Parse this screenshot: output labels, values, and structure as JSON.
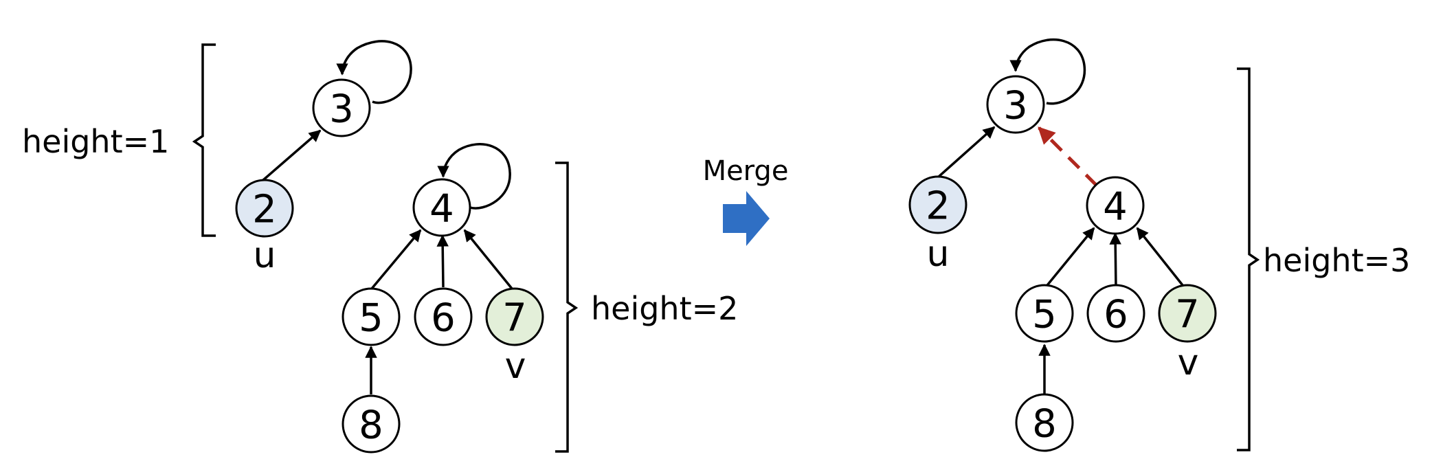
{
  "colors": {
    "node_default": "#ffffff",
    "node_u": "#dfe8f3",
    "node_v": "#e3efd9",
    "merge_arrow": "#2f6fc4",
    "new_edge": "#b0281e"
  },
  "merge_label": "Merge",
  "before": {
    "nodes": [
      {
        "id": "3",
        "label": "3"
      },
      {
        "id": "2",
        "label": "2",
        "highlight": "u"
      },
      {
        "id": "4",
        "label": "4"
      },
      {
        "id": "5",
        "label": "5"
      },
      {
        "id": "6",
        "label": "6"
      },
      {
        "id": "7",
        "label": "7",
        "highlight": "v"
      },
      {
        "id": "8",
        "label": "8"
      }
    ],
    "edges": [
      {
        "from": "3",
        "to": "3",
        "self_loop": true
      },
      {
        "from": "2",
        "to": "3"
      },
      {
        "from": "4",
        "to": "4",
        "self_loop": true
      },
      {
        "from": "5",
        "to": "4"
      },
      {
        "from": "6",
        "to": "4"
      },
      {
        "from": "7",
        "to": "4"
      },
      {
        "from": "8",
        "to": "5"
      }
    ],
    "tags": {
      "u": "u",
      "v": "v"
    },
    "height_labels": {
      "tree1": "height=1",
      "tree2": "height=2"
    }
  },
  "after": {
    "nodes": [
      {
        "id": "3",
        "label": "3"
      },
      {
        "id": "2",
        "label": "2",
        "highlight": "u"
      },
      {
        "id": "4",
        "label": "4"
      },
      {
        "id": "5",
        "label": "5"
      },
      {
        "id": "6",
        "label": "6"
      },
      {
        "id": "7",
        "label": "7",
        "highlight": "v"
      },
      {
        "id": "8",
        "label": "8"
      }
    ],
    "edges": [
      {
        "from": "3",
        "to": "3",
        "self_loop": true
      },
      {
        "from": "2",
        "to": "3"
      },
      {
        "from": "4",
        "to": "3",
        "style": "dashed",
        "new": true
      },
      {
        "from": "5",
        "to": "4"
      },
      {
        "from": "6",
        "to": "4"
      },
      {
        "from": "7",
        "to": "4"
      },
      {
        "from": "8",
        "to": "5"
      }
    ],
    "tags": {
      "u": "u",
      "v": "v"
    },
    "height_labels": {
      "merged": "height=3"
    }
  }
}
